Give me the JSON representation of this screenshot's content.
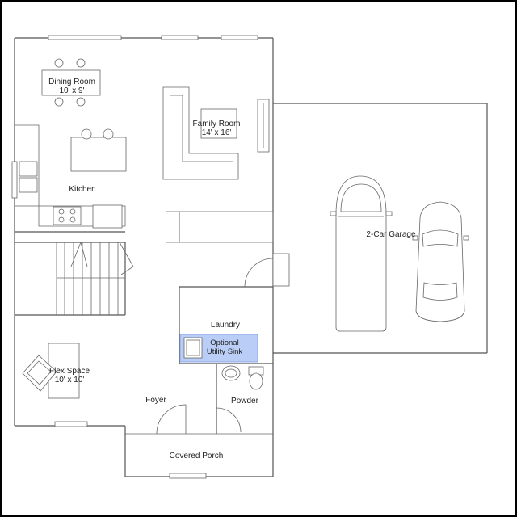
{
  "rooms": {
    "dining": {
      "name": "Dining Room",
      "size": "10' x 9'"
    },
    "family": {
      "name": "Family Room",
      "size": "14' x 16'"
    },
    "kitchen": {
      "name": "Kitchen"
    },
    "garage": {
      "name": "2-Car Garage"
    },
    "laundry": {
      "name": "Laundry"
    },
    "sink": {
      "line1": "Optional",
      "line2": "Utility Sink"
    },
    "flex": {
      "name": "Flex Space",
      "size": "10' x 10'"
    },
    "foyer": {
      "name": "Foyer"
    },
    "powder": {
      "name": "Powder"
    },
    "porch": {
      "name": "Covered Porch"
    }
  },
  "colors": {
    "highlight_fill": "#b9cdf6",
    "highlight_stroke": "#7f9fe0",
    "frame": "#000000",
    "wall": "#555555"
  }
}
